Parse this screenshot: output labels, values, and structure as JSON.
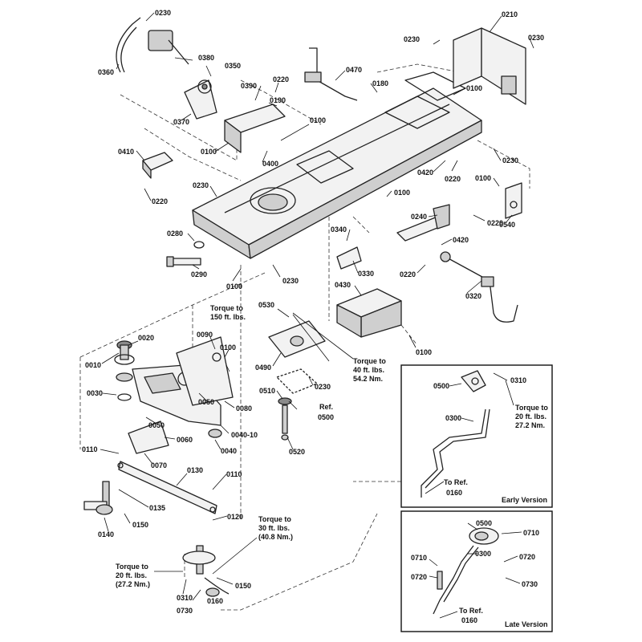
{
  "labels": {
    "p0230a": "0230",
    "p0360": "0360",
    "p0380": "0380",
    "p0350": "0350",
    "p0370": "0370",
    "p0390": "0390",
    "p0220a": "0220",
    "p0190": "0190",
    "p0100a": "0100",
    "p0100b": "0100",
    "p0400": "0400",
    "p0470": "0470",
    "p0180": "0180",
    "p0100c": "0100",
    "p0210": "0210",
    "p0230b": "0230",
    "p0230c": "0230",
    "p0410": "0410",
    "p0220b": "0220",
    "p0230d": "0230",
    "p0230e": "0230",
    "p0420a": "0420",
    "p0220c": "0220",
    "p0100d": "0100",
    "p0540": "0540",
    "p0100e": "0100",
    "p0240": "0240",
    "p0220d": "0220",
    "p0420b": "0420",
    "p0220e": "0220",
    "p0340": "0340",
    "p0280": "0280",
    "p0290": "0290",
    "p0100f": "0100",
    "p0230f": "0230",
    "p0330": "0330",
    "p0320": "0320",
    "p0430": "0430",
    "p0530": "0530",
    "p0010": "0010",
    "p0020": "0020",
    "p0090": "0090",
    "p0100g": "0100",
    "p0100h": "0100",
    "p0490": "0490",
    "p0030": "0030",
    "p0050a": "0050",
    "p0080": "0080",
    "p0510": "0510",
    "p0230g": "0230",
    "p0050b": "0050",
    "p0040_10": "0040-10",
    "p0060": "0060",
    "p0040": "0040",
    "p0520": "0520",
    "p0110a": "0110",
    "p0070": "0070",
    "p0130": "0130",
    "p0110b": "0110",
    "p0135": "0135",
    "p0120": "0120",
    "p0140": "0140",
    "p0150a": "0150",
    "p0310a": "0310",
    "p0730a": "0730",
    "p0160": "0160",
    "p0150b": "0150",
    "e0500": "0500",
    "e0310": "0310",
    "e0300": "0300",
    "l0500": "0500",
    "l0710a": "0710",
    "l0300": "0300",
    "l0720a": "0720",
    "l0710b": "0710",
    "l0720b": "0720",
    "l0730": "0730"
  },
  "notes": {
    "torque150_line1": "Torque to",
    "torque150_line2": "150 ft. lbs.",
    "torque40_line1": "Torque to",
    "torque40_line2": "40 ft. lbs.",
    "torque40_line3": "54.2 Nm.",
    "ref0500_line1": "Ref.",
    "ref0500_line2": "0500",
    "torque30_line1": "Torque to",
    "torque30_line2": "30 ft. lbs.",
    "torque30_line3": "(40.8 Nm.)",
    "torque20_line1": "Torque to",
    "torque20_line2": "20 ft. lbs.",
    "torque20_line3": "(27.2 Nm.)",
    "early_torque_line1": "Torque to",
    "early_torque_line2": "20 ft. lbs.",
    "early_torque_line3": "27.2 Nm.",
    "early_ref_line1": "To Ref.",
    "early_ref_line2": "0160",
    "late_ref_line1": "To Ref.",
    "late_ref_line2": "0160"
  },
  "insets": {
    "early_title": "Early Version",
    "late_title": "Late Version"
  }
}
